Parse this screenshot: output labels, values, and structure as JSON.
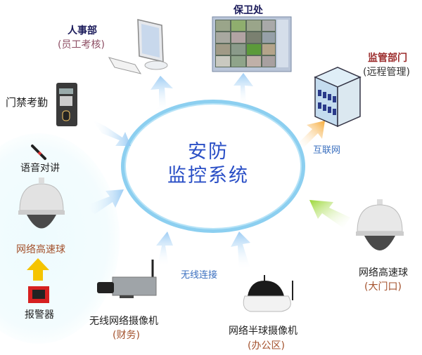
{
  "center": {
    "line1": "安防",
    "line2": "监控系统",
    "color": "#2a4fc6"
  },
  "nodes": {
    "hr": {
      "title": "人事部",
      "subtitle": "(员工考核)"
    },
    "security": {
      "title": "保卫处"
    },
    "supervision": {
      "title": "监管部门",
      "subtitle": "(远程管理)"
    },
    "access": {
      "title": "门禁考勤"
    },
    "intercom": {
      "title": "语音对讲"
    },
    "speed_dome_left": {
      "title": "网络高速球"
    },
    "alarm": {
      "title": "报警器"
    },
    "wireless_camera": {
      "title": "无线网络摄像机",
      "subtitle": "(财务)"
    },
    "half_dome": {
      "title": "网络半球摄像机",
      "subtitle": "(办公区)"
    },
    "speed_dome_right": {
      "title": "网络高速球",
      "subtitle": "(大门口)"
    }
  },
  "connections": {
    "internet": "互联网",
    "wireless": "无线连接"
  },
  "colors": {
    "ring": "#8ccff0",
    "arrow_blue": "#9fcdf4",
    "arrow_orange": "#f5a637",
    "arrow_green": "#9ed63a",
    "arrow_yellow": "#f5c400"
  }
}
